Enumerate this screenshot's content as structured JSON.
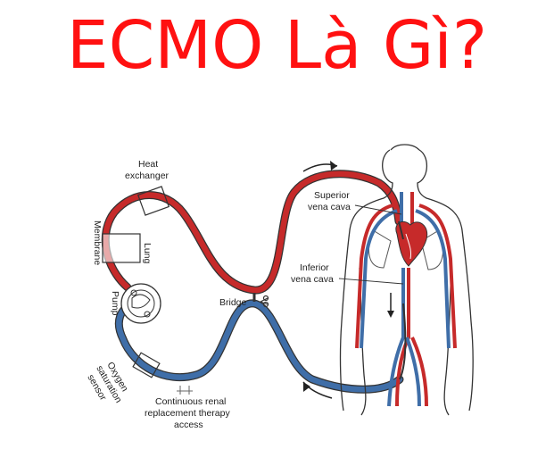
{
  "title": "ECMO Là Gì?",
  "colors": {
    "title": "#ff1111",
    "arterial": "#c62a2a",
    "venous": "#3f6ea8",
    "outline": "#333333"
  },
  "labels": {
    "heat_exchanger_1": "Heat",
    "heat_exchanger_2": "exchanger",
    "membrane": "Membrane",
    "lung": "Lung",
    "pump": "Pump",
    "bridge": "Bridge",
    "oxygen_1": "Oxygen",
    "oxygen_2": "saturation",
    "oxygen_3": "sensor",
    "crrt_1": "Continuous renal",
    "crrt_2": "replacement therapy",
    "crrt_3": "access",
    "svc_1": "Superior",
    "svc_2": "vena cava",
    "ivc_1": "Inferior",
    "ivc_2": "vena cava"
  }
}
